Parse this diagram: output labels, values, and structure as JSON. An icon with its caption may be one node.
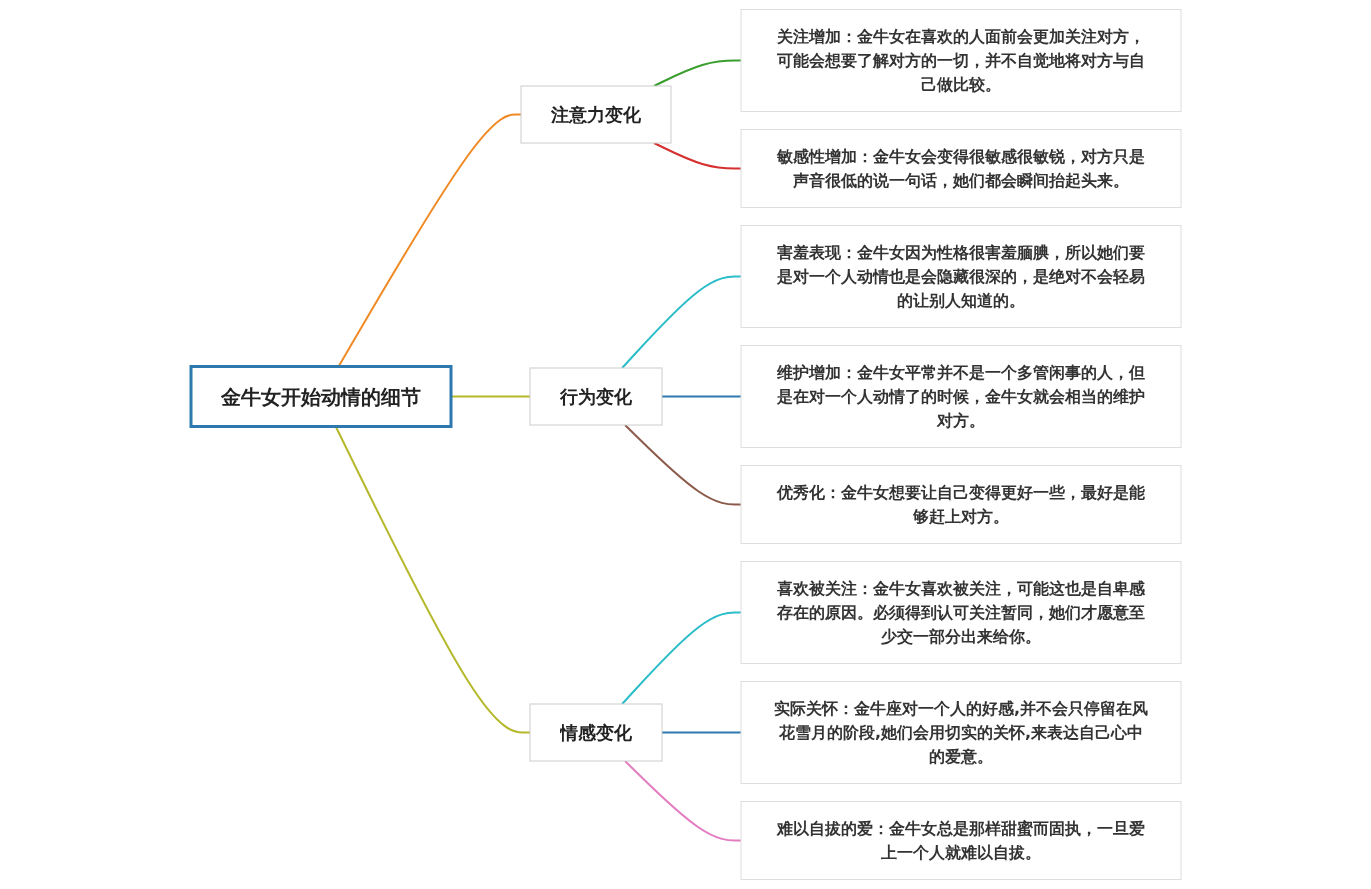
{
  "diagram": {
    "nodes": [
      {
        "text": [
          "金牛女开始动情的细节"
        ]
      },
      {
        "text": [
          "注意力变化"
        ]
      },
      {
        "text": [
          "**关注增加**：金牛女在喜欢的人面前会更加关注对方，可能会想要了解对方的一切，并不自觉地将对方与自己做比较。"
        ]
      },
      {
        "text": [
          "**敏感性增加**：金牛女会变得很敏感很敏锐，对方只是声音很低的说一句话，她们都会瞬间抬起头来。"
        ]
      },
      {
        "text": [
          "行为变化"
        ]
      },
      {
        "text": [
          "**害羞表现**：金牛女因为性格很害羞腼腆，所以她们要是对一个人动情也是会隐藏很深的，是绝对不会轻易的让别人知道的。"
        ]
      },
      {
        "text": [
          "**维护增加**：金牛女平常并不是一个多管闲事的人，但是在对一个人动情了的时候，金牛女就会相当的维护对方。"
        ]
      },
      {
        "text": [
          "**优秀化**：金牛女想要让自己变得更好一些，最好是能够赶上对方。"
        ]
      },
      {
        "text": [
          "情感变化"
        ]
      },
      {
        "text": [
          "**喜欢被关注**：金牛女喜欢被关注，可能这也是自卑感存在的原因。必须得到认可关注暂同，她们才愿意至少交一部分出来给你。"
        ]
      },
      {
        "text": [
          "**实际关怀**：金牛座对一个人的好感,并不会只停留在风花雪月的阶段,她们会用切实的关怀,来表达自己心中的爱意。"
        ]
      },
      {
        "text": [
          "**难以自拔的爱**：金牛女总是那样甜蜜而固执，一旦爱上一个人就难以自拔。"
        ]
      }
    ],
    "edges": [
      {
        "from": 0,
        "to": 1,
        "arrow": "none",
        "color": "#f08a24"
      },
      {
        "from": 1,
        "to": 2,
        "arrow": "none",
        "color": "#3a9e2e"
      },
      {
        "from": 1,
        "to": 3,
        "arrow": "none",
        "color": "#d62f2f"
      },
      {
        "from": 0,
        "to": 4,
        "arrow": "none",
        "color": "#b5b82a"
      },
      {
        "from": 4,
        "to": 5,
        "arrow": "none",
        "color": "#2bbdc9"
      },
      {
        "from": 4,
        "to": 6,
        "arrow": "none",
        "color": "#2e78b0"
      },
      {
        "from": 4,
        "to": 7,
        "arrow": "none",
        "color": "#8b5a4a"
      },
      {
        "from": 0,
        "to": 8,
        "arrow": "none",
        "color": "#b5b82a"
      },
      {
        "from": 8,
        "to": 9,
        "arrow": "none",
        "color": "#2bbdc9"
      },
      {
        "from": 8,
        "to": 10,
        "arrow": "none",
        "color": "#2e78b0"
      },
      {
        "from": 8,
        "to": 11,
        "arrow": "none",
        "color": "#e37cc0"
      }
    ]
  }
}
